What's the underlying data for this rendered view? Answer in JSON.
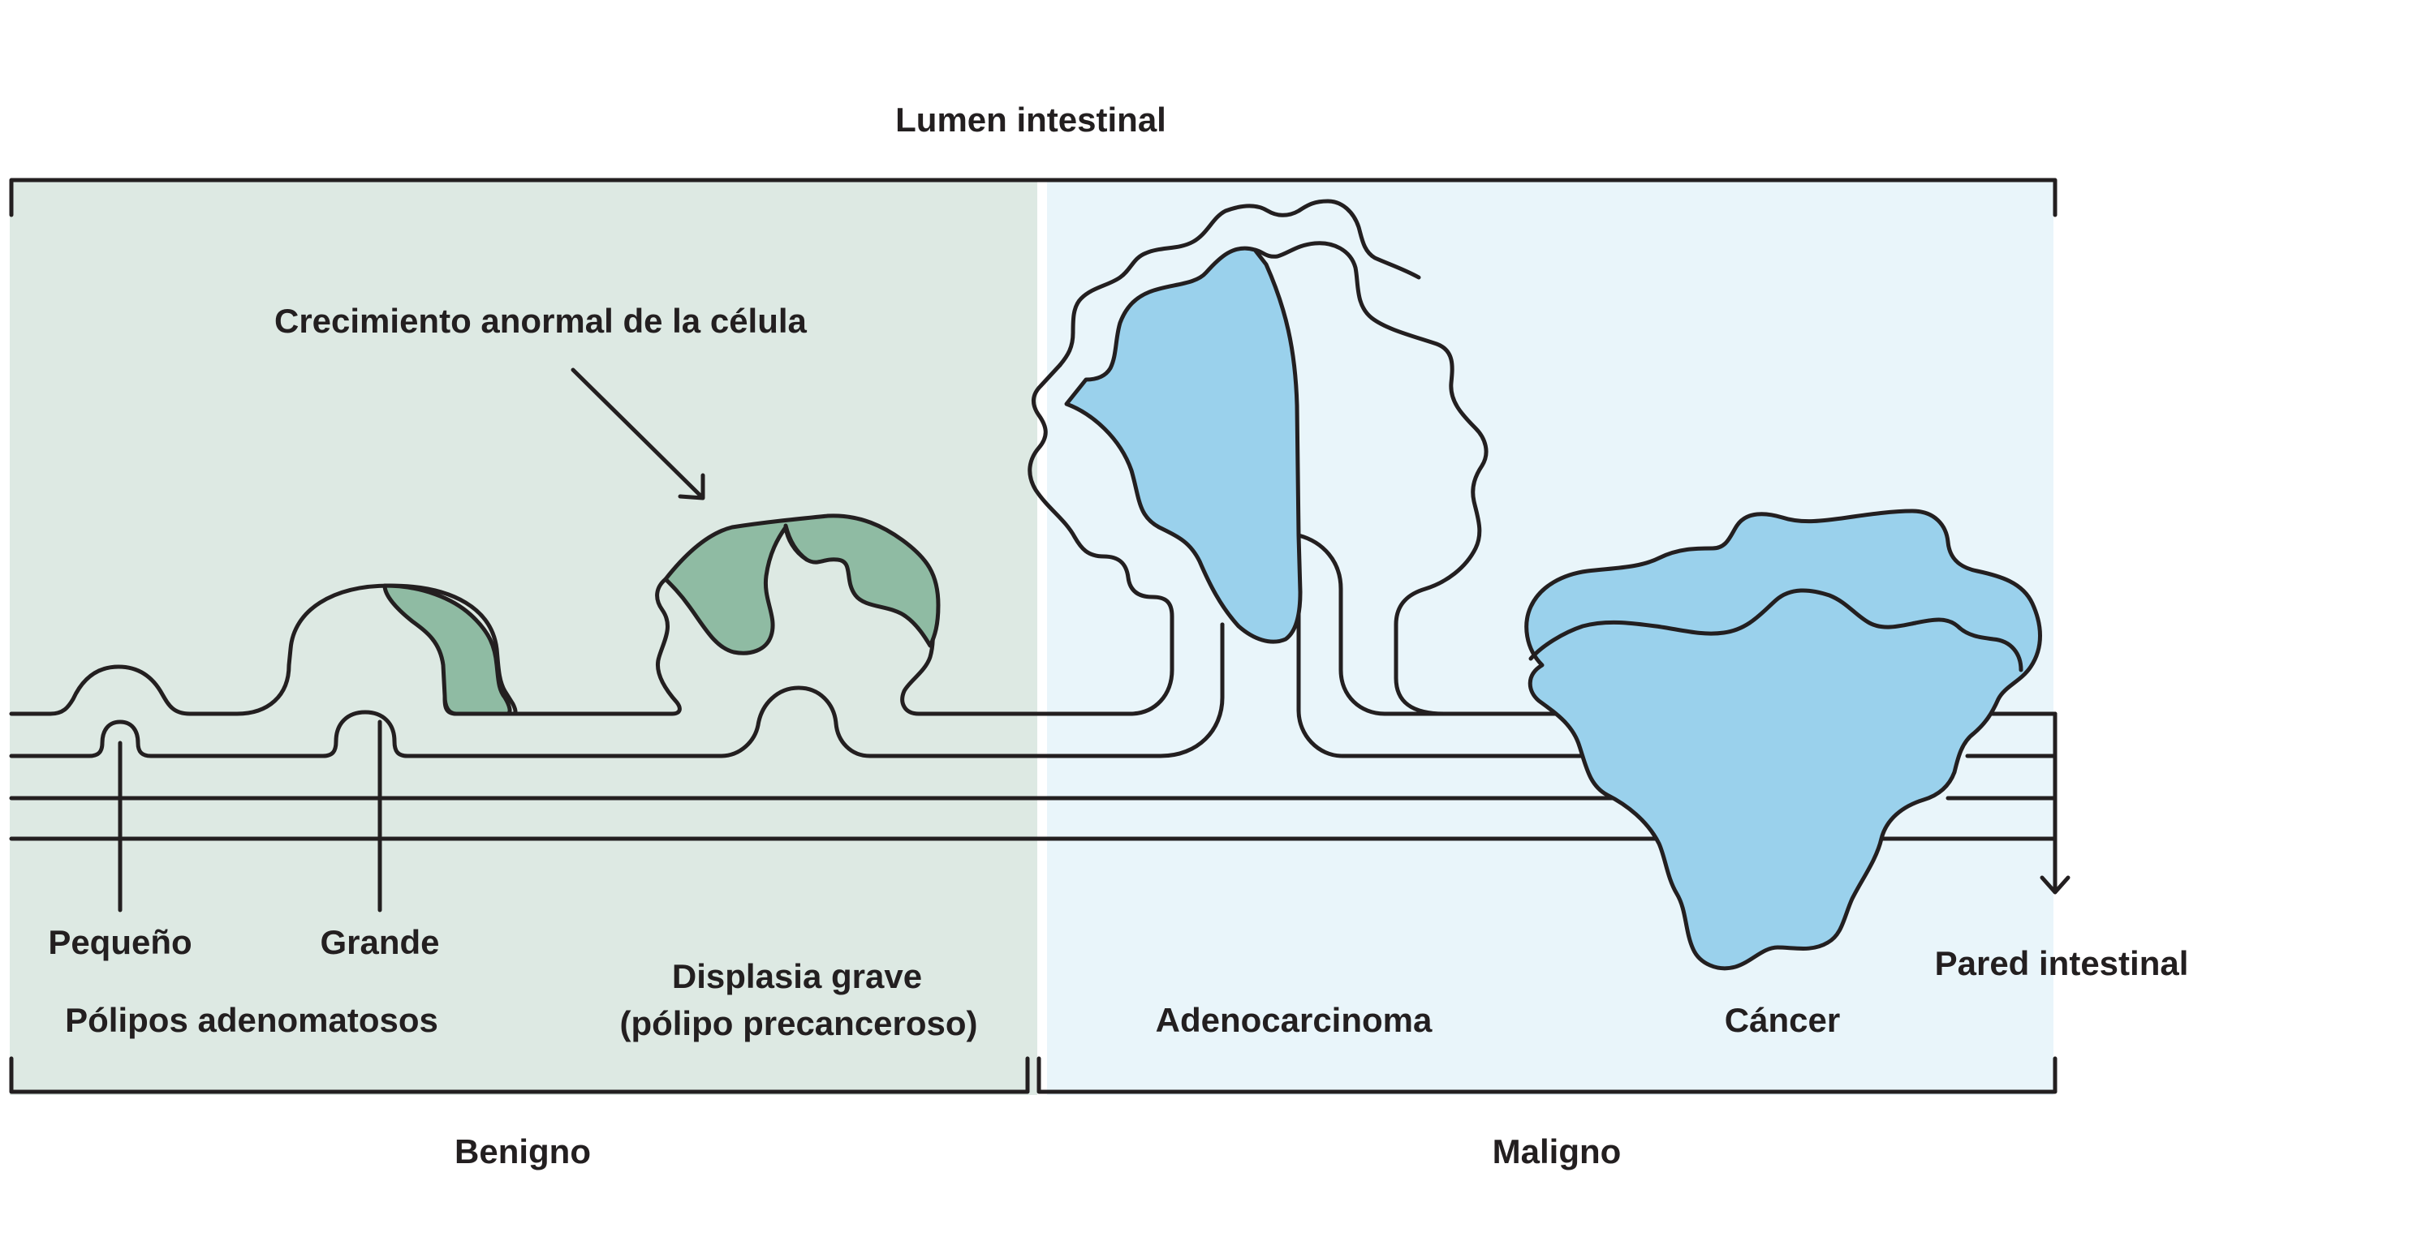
{
  "labels": {
    "lumen": "Lumen intestinal",
    "abnormal_growth": "Crecimiento anormal de la célula",
    "small": "Pequeño",
    "large": "Grande",
    "adenomatous_polyps": "Pólipos adenomatosos",
    "dysplasia_line1": "Displasia grave",
    "dysplasia_line2": "(pólipo precanceroso)",
    "adenocarcinoma": "Adenocarcinoma",
    "cancer": "Cáncer",
    "intestinal_wall": "Pared intestinal",
    "benign": "Benigno",
    "malignant": "Maligno"
  },
  "colors": {
    "benign_bg": "#dde9e3",
    "malignant_bg": "#e9f5fa",
    "benign_growth": "#8fbba3",
    "malignant_growth": "#9ad1ec",
    "outline": "#231f20"
  }
}
